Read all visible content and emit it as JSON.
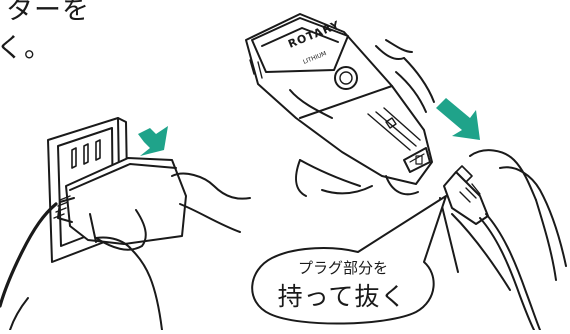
{
  "intro": {
    "line1": "ターを",
    "line2": "く。"
  },
  "shaver": {
    "brand_text": "ROTARY",
    "sub_text": "LITHIUM"
  },
  "callout": {
    "line1": "プラグ部分を",
    "line2": "持って抜く"
  },
  "colors": {
    "arrow": "#1fa38a",
    "line": "#1a1a1a",
    "background": "#ffffff"
  }
}
